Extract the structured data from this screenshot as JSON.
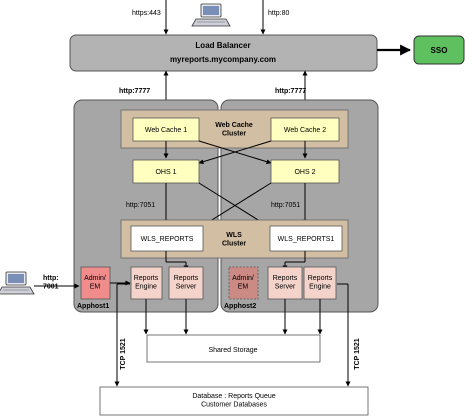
{
  "colors": {
    "tier_fill": "#b3b3b3",
    "host_fill": "#a6a6a6",
    "cluster_fill": "#d2bea2",
    "node_fill": "#ffffc0",
    "reports_fill": "#f3d3ca",
    "admin_fill": "#f08c8c",
    "admin2_fill": "#cc8a85",
    "sso_fill": "#5ec05e",
    "line": "#000000"
  },
  "ports": {
    "https_443": "https:443",
    "http_80": "http:80",
    "http_7777_left": "http:7777",
    "http_7777_right": "http:7777",
    "http_7051_left": "http:7051",
    "http_7051_right": "http:7051",
    "http_7001": "http:\n7001"
  },
  "load_balancer": {
    "title": "Load Balancer",
    "host": "myreports.mycompany.com"
  },
  "sso": "SSO",
  "web_cache_cluster": {
    "label": "Web Cache\nCluster",
    "node1": "Web Cache 1",
    "node2": "Web Cache 2"
  },
  "ohs": {
    "node1": "OHS 1",
    "node2": "OHS 2"
  },
  "wls_cluster": {
    "label": "WLS\nCluster",
    "node1": "WLS_REPORTS",
    "node2": "WLS_REPORTS1"
  },
  "apphost1": {
    "name": "Apphost1",
    "admin": "Admin/\nEM",
    "engine": "Reports\nEngine",
    "server": "Reports\nServer"
  },
  "apphost2": {
    "name": "Apphost2",
    "admin": "Admin/\nEM",
    "server": "Reports\nServer",
    "engine": "Reports\nEngine"
  },
  "shared_storage": "Shared Storage",
  "tcp_left": "TCP 1521",
  "tcp_right": "TCP 1521",
  "database": "Database : Reports Queue\nCustomer Databases",
  "icons": [
    "computer-icon",
    "computer-icon"
  ]
}
